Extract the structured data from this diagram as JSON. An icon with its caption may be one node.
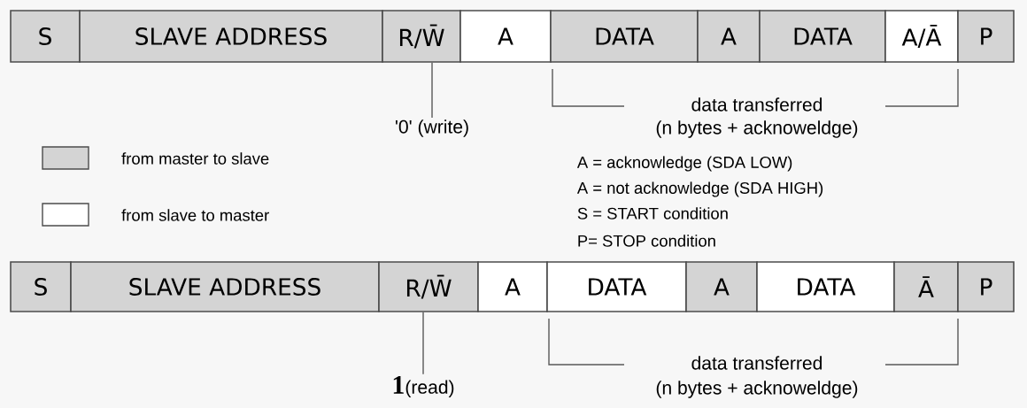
{
  "diagram": {
    "nodes": [
      {
        "text": [
          "S"
        ]
      },
      {
        "text": [
          "SLAVE ADDRESS"
        ]
      },
      {
        "text": [
          "R/W̄"
        ]
      },
      {
        "text": [
          "A"
        ]
      },
      {
        "text": [
          "DATA"
        ]
      },
      {
        "text": [
          "A"
        ]
      },
      {
        "text": [
          "DATA"
        ]
      },
      {
        "text": [
          "A/Ā"
        ]
      },
      {
        "text": [
          "P"
        ]
      },
      {
        "text": [
          "S"
        ]
      },
      {
        "text": [
          "SLAVE ADDRESS"
        ]
      },
      {
        "text": [
          "R/W̄"
        ]
      },
      {
        "text": [
          "A"
        ]
      },
      {
        "text": [
          "DATA"
        ]
      },
      {
        "text": [
          "A"
        ]
      },
      {
        "text": [
          "DATA"
        ]
      },
      {
        "text": [
          "Ā"
        ]
      },
      {
        "text": [
          "P"
        ]
      },
      {
        "text": [
          "'0' (write)"
        ]
      },
      {
        "text": [
          "**1**(read)"
        ]
      }
    ],
    "edges": [
      {
        "from": 18,
        "to": 2,
        "arrow": "none"
      },
      {
        "from": 19,
        "to": 11,
        "arrow": "none"
      }
    ],
    "labels": [
      "data transferred",
      "(n bytes + acknoweldge)",
      "A = acknowledge (SDA LOW)",
      "A = not acknowledge (SDA HIGH)",
      "S = START condition",
      "P= STOP condition",
      "data transferred",
      "(n bytes + acknoweldge)"
    ],
    "legend": [
      {
        "text": "from master to slave",
        "color": "#d4d4d4"
      },
      {
        "text": "from slave to master",
        "color": "#ffffff"
      }
    ]
  }
}
